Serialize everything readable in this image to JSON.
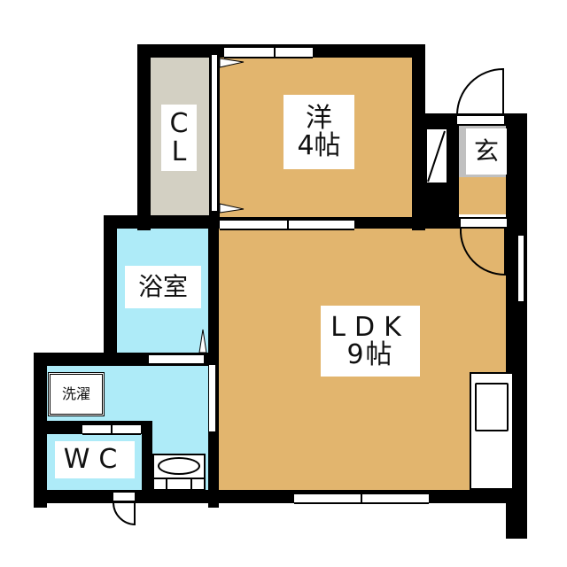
{
  "floorplan": {
    "colors": {
      "wall": "#000000",
      "wood_floor": "#E2B56E",
      "wet_area": "#AEEBF8",
      "closet": "#D3D0C3",
      "entrance": "#C0C0C0",
      "label_bg": "#FFFFFF"
    },
    "rooms": {
      "western_room": {
        "line1": "洋",
        "line2": "4帖"
      },
      "closet": {
        "line1": "C",
        "line2": "L"
      },
      "entrance": {
        "label": "玄"
      },
      "bathroom": {
        "label": "浴室"
      },
      "ldk": {
        "line1": "LDK",
        "line2": "9帖"
      },
      "washing_machine": {
        "label": "洗濯"
      },
      "toilet": {
        "label": "WC"
      }
    }
  }
}
